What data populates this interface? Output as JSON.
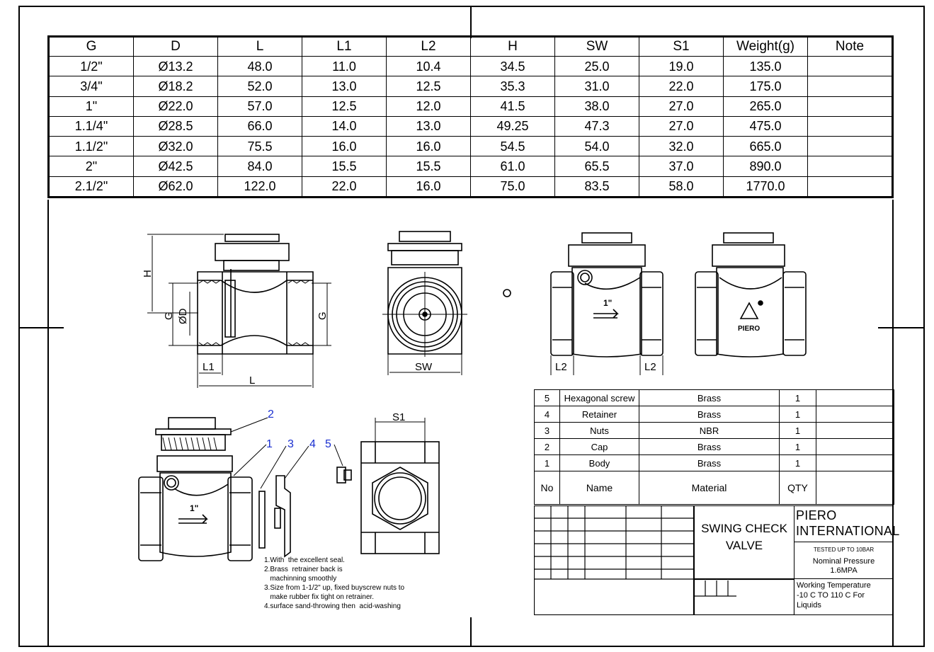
{
  "dimension_table": {
    "headers": [
      "G",
      "D",
      "L",
      "L1",
      "L2",
      "H",
      "SW",
      "S1",
      "Weight(g)",
      "Note"
    ],
    "rows": [
      [
        "1/2\"",
        "Ø13.2",
        "48.0",
        "11.0",
        "10.4",
        "34.5",
        "25.0",
        "19.0",
        "135.0",
        ""
      ],
      [
        "3/4\"",
        "Ø18.2",
        "52.0",
        "13.0",
        "12.5",
        "35.3",
        "31.0",
        "22.0",
        "175.0",
        ""
      ],
      [
        "1\"",
        "Ø22.0",
        "57.0",
        "12.5",
        "12.0",
        "41.5",
        "38.0",
        "27.0",
        "265.0",
        ""
      ],
      [
        "1.1/4\"",
        "Ø28.5",
        "66.0",
        "14.0",
        "13.0",
        "49.25",
        "47.3",
        "27.0",
        "475.0",
        ""
      ],
      [
        "1.1/2\"",
        "Ø32.0",
        "75.5",
        "16.0",
        "16.0",
        "54.5",
        "54.0",
        "32.0",
        "665.0",
        ""
      ],
      [
        "2\"",
        "Ø42.5",
        "84.0",
        "15.5",
        "15.5",
        "61.0",
        "65.5",
        "37.0",
        "890.0",
        ""
      ],
      [
        "2.1/2\"",
        "Ø62.0",
        "122.0",
        "22.0",
        "16.0",
        "75.0",
        "83.5",
        "58.0",
        "1770.0",
        ""
      ]
    ]
  },
  "drawing_labels": {
    "h": "H",
    "g_left": "G",
    "d": "ØD",
    "g_right": "G",
    "l1": "L1",
    "l": "L",
    "sw": "SW",
    "l2_left": "L2",
    "l2_right": "L2",
    "s1": "S1",
    "brand": "PIERO",
    "arrow_mark_1": "1\"",
    "arrow_mark_2": "1\"",
    "callouts": [
      "2",
      "1",
      "3",
      "4",
      "5"
    ]
  },
  "bom": {
    "header": {
      "no": "No",
      "name": "Name",
      "material": "Material",
      "qty": "QTY"
    },
    "rows": [
      {
        "no": "5",
        "name": "Hexagonal screw",
        "material": "Brass",
        "qty": "1"
      },
      {
        "no": "4",
        "name": "Retainer",
        "material": "Brass",
        "qty": "1"
      },
      {
        "no": "3",
        "name": "Nuts",
        "material": "NBR",
        "qty": "1"
      },
      {
        "no": "2",
        "name": "Cap",
        "material": "Brass",
        "qty": "1"
      },
      {
        "no": "1",
        "name": "Body",
        "material": "Brass",
        "qty": "1"
      }
    ]
  },
  "title_block": {
    "title_line1": "SWING CHECK",
    "title_line2": "VALVE",
    "company_line1": "PIERO",
    "company_line2": "INTERNATIONAL",
    "tested": "TESTED UP TO 10BAR",
    "nominal_line1": "Nominal Pressure",
    "nominal_line2": "1.6MPA",
    "working_line1": "Working Temperature",
    "working_line2": "-10 C TO 110 C For",
    "working_line3": "Liquids"
  },
  "notes": [
    "1.With  the excellent seal.",
    "2.Brass  retrainer back is",
    "   machinning smoothly",
    "3.Size from 1-1/2\" up, fixed buyscrew nuts to",
    "   make rubber fix tight on retrainer.",
    "4.surface sand-throwing then  acid-washing"
  ]
}
